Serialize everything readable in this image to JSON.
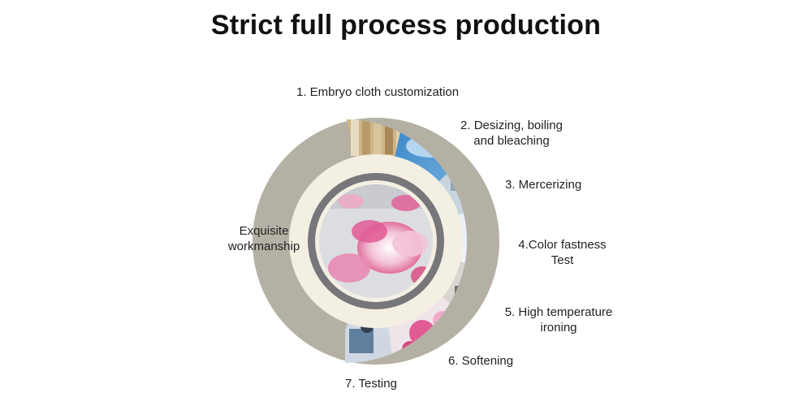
{
  "title": "Strict full process production",
  "center_label": "Exquisite workmanship",
  "steps": [
    {
      "label": "1. Embryo cloth customization"
    },
    {
      "label": "2. Desizing, boiling and bleaching"
    },
    {
      "label": "3. Mercerizing"
    },
    {
      "label": "4.Color fastness Test"
    },
    {
      "label": "5. High temperature ironing"
    },
    {
      "label": "6. Softening"
    },
    {
      "label": "7. Testing"
    }
  ],
  "colors": {
    "outer_ring": "#b5b0a4",
    "inner_band": "#f4efe3",
    "inner_ring": "#77767a",
    "photo_blue": "#3f8ed0",
    "flower_pink": "#e25a94",
    "flower_light": "#f3c3d8"
  }
}
